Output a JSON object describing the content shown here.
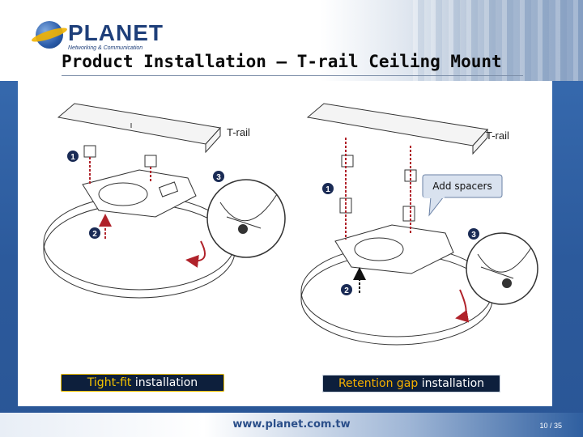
{
  "header": {
    "brand": "PLANET",
    "tagline": "Networking & Communication",
    "title": "Product Installation – T-rail Ceiling Mount"
  },
  "figure": {
    "left_rail_label": "T-rail",
    "right_rail_label": "T-rail",
    "callout": "Add spacers",
    "steps": [
      "1",
      "2",
      "3"
    ]
  },
  "labels": {
    "left_keyword": "Tight-fit",
    "left_rest": " installation",
    "right_keyword": "Retention gap",
    "right_rest": " installation"
  },
  "footer": {
    "url": "www.planet.com.tw",
    "page": "10 / 35"
  },
  "colors": {
    "background": "#2f5fa0",
    "label_bg": "#0d1f3c",
    "highlight": "#f5c400",
    "guide": "#b0222a"
  }
}
